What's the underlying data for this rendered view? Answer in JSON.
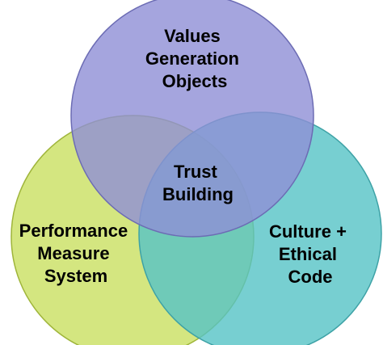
{
  "diagram": {
    "type": "venn",
    "sets": [
      {
        "key": "values",
        "label_lines": [
          "Values",
          "Generation",
          "Objects"
        ],
        "fill": "#8e8ed6",
        "stroke": "#6c6cb4"
      },
      {
        "key": "performance",
        "label_lines": [
          "Performance",
          "Measure",
          "System"
        ],
        "fill": "#c9e060",
        "stroke": "#9fb53a"
      },
      {
        "key": "culture",
        "label_lines": [
          "Culture +",
          "Ethical",
          "Code"
        ],
        "fill": "#55c3c6",
        "stroke": "#3ea2a6"
      }
    ],
    "center": {
      "label_lines": [
        "Trust",
        "Building"
      ]
    },
    "circle_opacity": 0.8,
    "label_color": "#000000"
  }
}
